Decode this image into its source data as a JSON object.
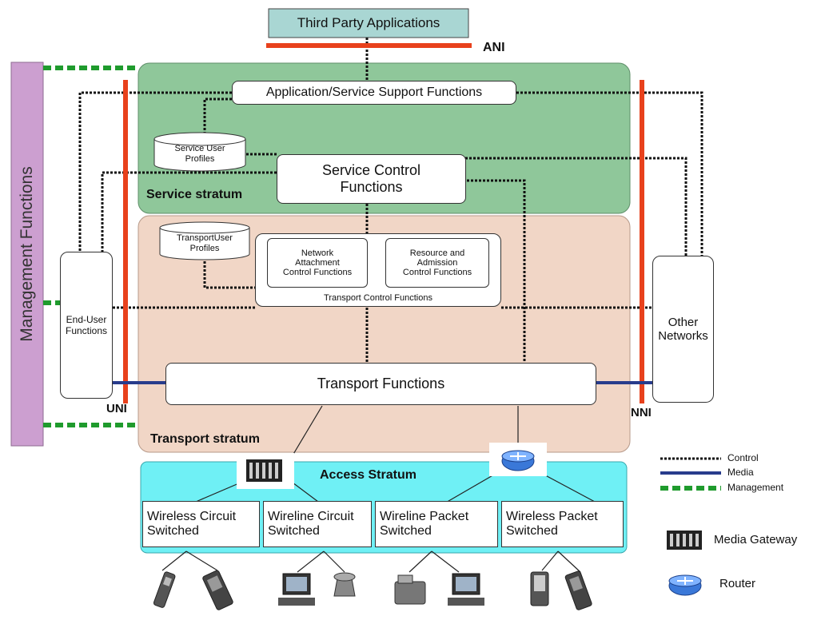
{
  "top": {
    "third_party": "Third Party Applications",
    "ani": "ANI"
  },
  "management": "Management Functions",
  "service_stratum": {
    "label": "Service stratum",
    "app_support": "Application/Service Support Functions",
    "service_user_profiles": "Service User\nProfiles",
    "service_control": "Service Control\nFunctions"
  },
  "transport_stratum": {
    "label": "Transport stratum",
    "transport_user_profiles": "TransportUser\nProfiles",
    "nacf": "Network\nAttachment\nControl Functions",
    "racf": "Resource and\nAdmission\nControl Functions",
    "tcf": "Transport Control Functions",
    "transport_functions": "Transport  Functions"
  },
  "end_user": "End-User\nFunctions",
  "other_networks": "Other\nNetworks",
  "uni": "UNI",
  "nni": "NNI",
  "access": {
    "label": "Access Stratum",
    "boxes": [
      "Wireless Circuit\nSwitched",
      "Wireline Circuit\nSwitched",
      "Wireline Packet\nSwitched",
      "Wireless Packet\nSwitched"
    ]
  },
  "legend": {
    "control": "Control",
    "media": "Media",
    "management": "Management",
    "media_gateway": "Media Gateway",
    "router": "Router"
  },
  "colors": {
    "service_green": "#8fc79a",
    "transport_peach": "#f1d6c6",
    "access_cyan": "#6ff0f5",
    "third_party_teal": "#a9d6d3",
    "management_purple": "#cc9fd0",
    "red_line": "#e8411c",
    "media_blue": "#283c8c",
    "mgmt_green": "#1f9b2d"
  },
  "icons": [
    "media-gateway-icon",
    "router-icon",
    "mobile-phone-icon",
    "handheld-icon",
    "desktop-computer-icon",
    "telephone-icon",
    "fax-icon",
    "pda-icon"
  ]
}
